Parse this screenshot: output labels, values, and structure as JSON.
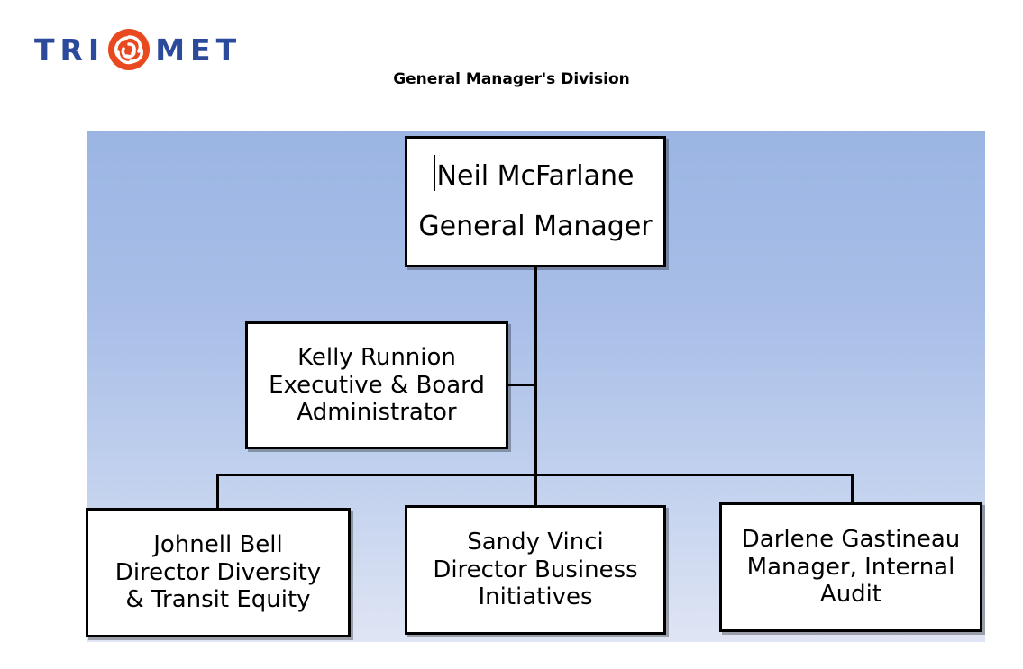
{
  "logo": {
    "text_left": "TRI",
    "text_right": "MET",
    "mark_name": "trimet-rose-logo",
    "text_color": "#2B4A9B",
    "mark_color": "#E8491E"
  },
  "title": "General Manager's Division",
  "panel": {
    "gradient_top": "#9BB5E3",
    "gradient_bottom": "#DFE5F4"
  },
  "chart_data": {
    "type": "org-chart",
    "title": "General Manager's Division",
    "nodes": [
      {
        "id": "gm",
        "name": "Neil McFarlane",
        "title": "General Manager",
        "level": 0,
        "parent": null
      },
      {
        "id": "admin",
        "name": "Kelly Runnion",
        "title": "Executive & Board",
        "title_line2": "Administrator",
        "level": 1,
        "parent": "gm",
        "assistant": true
      },
      {
        "id": "diversity",
        "name": "Johnell Bell",
        "title": "Director Diversity",
        "title_line2": "& Transit Equity",
        "level": 2,
        "parent": "gm"
      },
      {
        "id": "business",
        "name": "Sandy Vinci",
        "title": "Director Business",
        "title_line2": "Initiatives",
        "level": 2,
        "parent": "gm"
      },
      {
        "id": "audit",
        "name": "Darlene Gastineau",
        "title": "Manager, Internal",
        "title_line2": "Audit",
        "level": 2,
        "parent": "gm"
      }
    ],
    "edges": [
      {
        "from": "gm",
        "to": "admin"
      },
      {
        "from": "gm",
        "to": "diversity"
      },
      {
        "from": "gm",
        "to": "business"
      },
      {
        "from": "gm",
        "to": "audit"
      }
    ],
    "line_color": "#000000",
    "box_fill": "#FFFFFF",
    "box_border": "#000000"
  }
}
